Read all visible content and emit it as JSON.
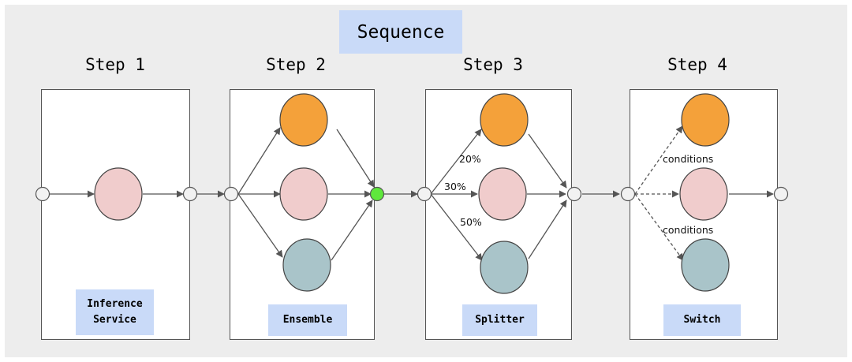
{
  "title": "Sequence",
  "steps": [
    {
      "label": "Step 1",
      "tag_line1": "Inference",
      "tag_line2": "Service"
    },
    {
      "label": "Step 2",
      "tag": "Ensemble"
    },
    {
      "label": "Step 3",
      "tag": "Splitter"
    },
    {
      "label": "Step 4",
      "tag": "Switch"
    }
  ],
  "splitter_labels": [
    "20%",
    "30%",
    "50%"
  ],
  "switch_labels": [
    "conditions",
    "conditions"
  ],
  "colors": {
    "orange": "#f4a13a",
    "pink": "#f0cccc",
    "teal": "#a9c4c9",
    "green": "#5fe83c",
    "tag_blue": "#c9daf8",
    "connector": "#555555"
  }
}
